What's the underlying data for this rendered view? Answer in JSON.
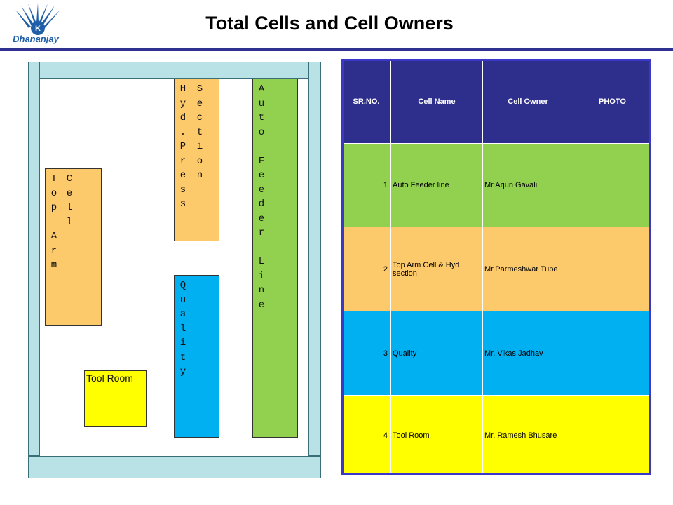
{
  "header": {
    "logo_text": "Dhananjay",
    "title": "Total  Cells and Cell Owners"
  },
  "colors": {
    "title_rule": "#2e3190",
    "header_row": "#2e2f8c",
    "row_green": "#92d050",
    "row_orange": "#fcc96b",
    "row_blue": "#00b0f0",
    "row_yellow": "#ffff00",
    "wall": "#b9e2e6",
    "logo_blue": "#1f5fa8"
  },
  "layout": {
    "zones": [
      {
        "name": "top-arm-cell",
        "col1": "Top Arm",
        "col2": "Cell",
        "color": "#fcc96b"
      },
      {
        "name": "hyd-press-section",
        "col1": "Hyd.Press",
        "col2": "Section",
        "color": "#fcc96b"
      },
      {
        "name": "auto-feeder-line",
        "col1": "Auto Feeder Line",
        "color": "#92d050"
      },
      {
        "name": "quality",
        "col1": "Quality",
        "color": "#00b0f0"
      },
      {
        "name": "tool-room",
        "label": "Tool Room",
        "color": "#ffff00"
      }
    ]
  },
  "table": {
    "headers": [
      "SR.NO.",
      "Cell Name",
      "Cell  Owner",
      "PHOTO"
    ],
    "rows": [
      {
        "sr": "1",
        "cell": "Auto Feeder line",
        "owner": "Mr.Arjun Gavali",
        "photo": "",
        "color": "#92d050"
      },
      {
        "sr": "2",
        "cell": " Top Arm Cell & Hyd section",
        "owner": "Mr.Parmeshwar  Tupe",
        "photo": "",
        "color": "#fcc96b"
      },
      {
        "sr": "3",
        "cell": "Quality",
        "owner": "Mr. Vikas Jadhav",
        "photo": "",
        "color": "#00b0f0"
      },
      {
        "sr": "4",
        "cell": "Tool Room",
        "owner": "Mr. Ramesh Bhusare",
        "photo": "",
        "color": "#ffff00"
      }
    ]
  }
}
